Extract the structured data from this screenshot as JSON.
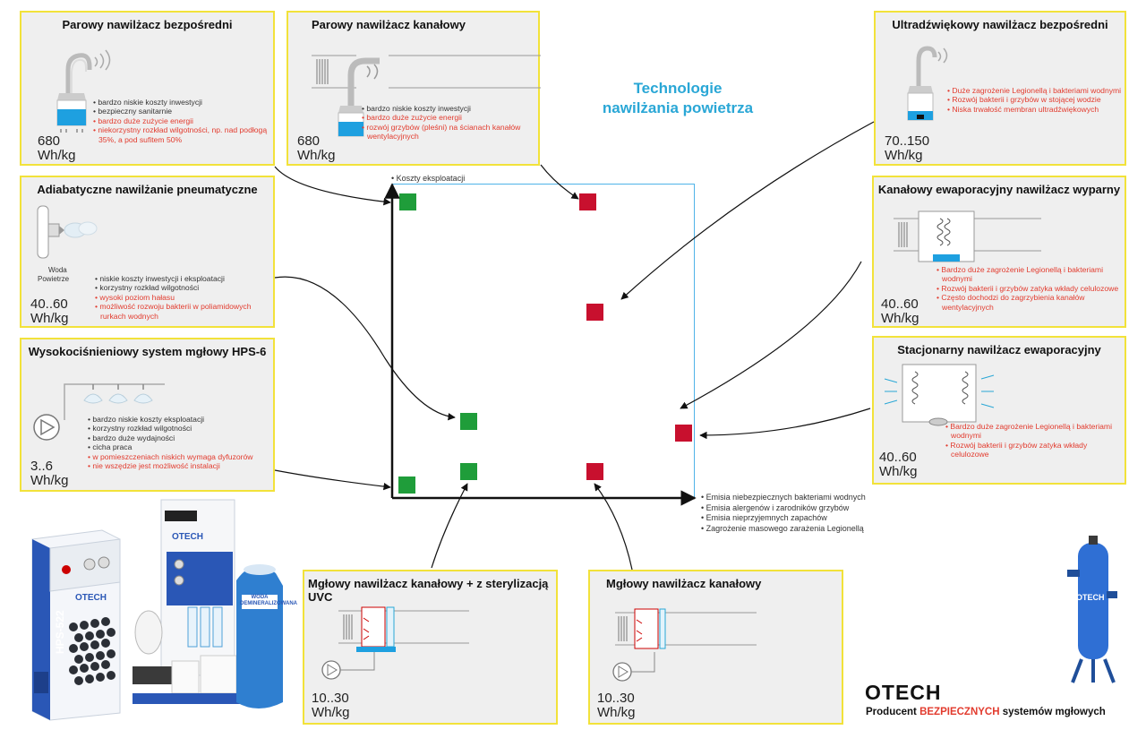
{
  "title": "Technologie nawilżania powietrza",
  "axes": {
    "y_label": "Koszty eksploatacji",
    "x_labels": [
      "Emisia niebezpiecznych bakteriami wodnych",
      "Emisia alergenów i zarodników grzybów",
      "Emisia nieprzyjemnych zapachów",
      "Zagrożenie masowego zarażenia Legionellą"
    ]
  },
  "cards": {
    "steam_direct": {
      "title": "Parowy nawilżacz bezpośredni",
      "energy": "680\nWh/kg",
      "pros": [
        "bardzo niskie koszty inwestycji",
        "bezpieczny sanitarnie"
      ],
      "cons": [
        "bardzo duże zużycie energii",
        "niekorzystny rozkład wilgotności, np. nad podłogą 35%, a pod sufitem 50%"
      ]
    },
    "steam_duct": {
      "title": "Parowy nawilżacz kanałowy",
      "energy": "680\nWh/kg",
      "pros": [
        "bardzo niskie koszty inwestycji"
      ],
      "cons": [
        "bardzo duże zużycie energii",
        "rozwój grzybów (pleśni) na ścianach kanałów wentylacyjnych"
      ]
    },
    "adiabatic": {
      "title": "Adiabatyczne nawilżanie pneumatyczne",
      "energy": "40..60\nWh/kg",
      "label_water": "Woda",
      "label_air": "Powietrze",
      "pros": [
        "niskie koszty inwestycji i eksploatacji",
        "korzystny rozkład wilgotności"
      ],
      "cons": [
        "wysoki poziom hałasu",
        "możliwość rozwoju bakterii w poliamidowych rurkach wodnych"
      ]
    },
    "hps6": {
      "title": "Wysokociśnieniowy system mgłowy HPS-6",
      "energy": "3..6\nWh/kg",
      "pros": [
        "bardzo niskie koszty eksploatacji",
        "korzystny rozkład wilgotności",
        "bardzo duże wydajności",
        "cicha praca"
      ],
      "cons": [
        "w pomieszczeniach niskich wymaga dyfuzorów",
        "nie wszędzie jest możliwość instalacji"
      ]
    },
    "ultrasonic": {
      "title": "Ultradźwiękowy nawilżacz bezpośredni",
      "energy": "70..150\nWh/kg",
      "cons": [
        "Duże zagrożenie Legionellą i bakteriami wodnymi",
        "Rozwój bakterii i grzybów w stojącej wodzie",
        "Niska trwałość membran ultradźwiękowych"
      ]
    },
    "duct_evap": {
      "title": "Kanałowy ewaporacyjny nawilżacz wyparny",
      "energy": "40..60\nWh/kg",
      "cons": [
        "Bardzo duże zagrożenie Legionellą i bakteriami wodnymi",
        "Rozwój bakterii i grzybów zatyka wkłady celulozowe",
        "Często dochodzi do zagrzybienia kanałów wentylacyjnych"
      ]
    },
    "stationary_evap": {
      "title": "Stacjonarny nawilżacz ewaporacyjny",
      "energy": "40..60\nWh/kg",
      "cons": [
        "Bardzo duże zagrożenie Legionellą i bakteriami wodnymi",
        "Rozwój bakterii i grzybów zatyka wkłady celulozowe"
      ]
    },
    "mist_duct_uvc": {
      "title": "Mgłowy nawilżacz kanałowy + z sterylizacją UVC",
      "energy": "10..30\nWh/kg"
    },
    "mist_duct": {
      "title": "Mgłowy nawilżacz kanałowy",
      "energy": "10..30\nWh/kg"
    }
  },
  "products": {
    "hps_label": "HPS-522",
    "tank_label": "WODA DEMINERALIZOWANA",
    "brand_small": "OTECH"
  },
  "footer": {
    "logo": "OTECH",
    "tagline_pre": "Producent",
    "tagline_highlight": "BEZPIECZNYCH",
    "tagline_post": "systemów mgłowych"
  },
  "colors": {
    "safe": "#1f9d3a",
    "unsafe": "#c8102e",
    "accent": "#2aa7d6",
    "card_border": "#f2e23a",
    "warning_text": "#e23b2e"
  }
}
